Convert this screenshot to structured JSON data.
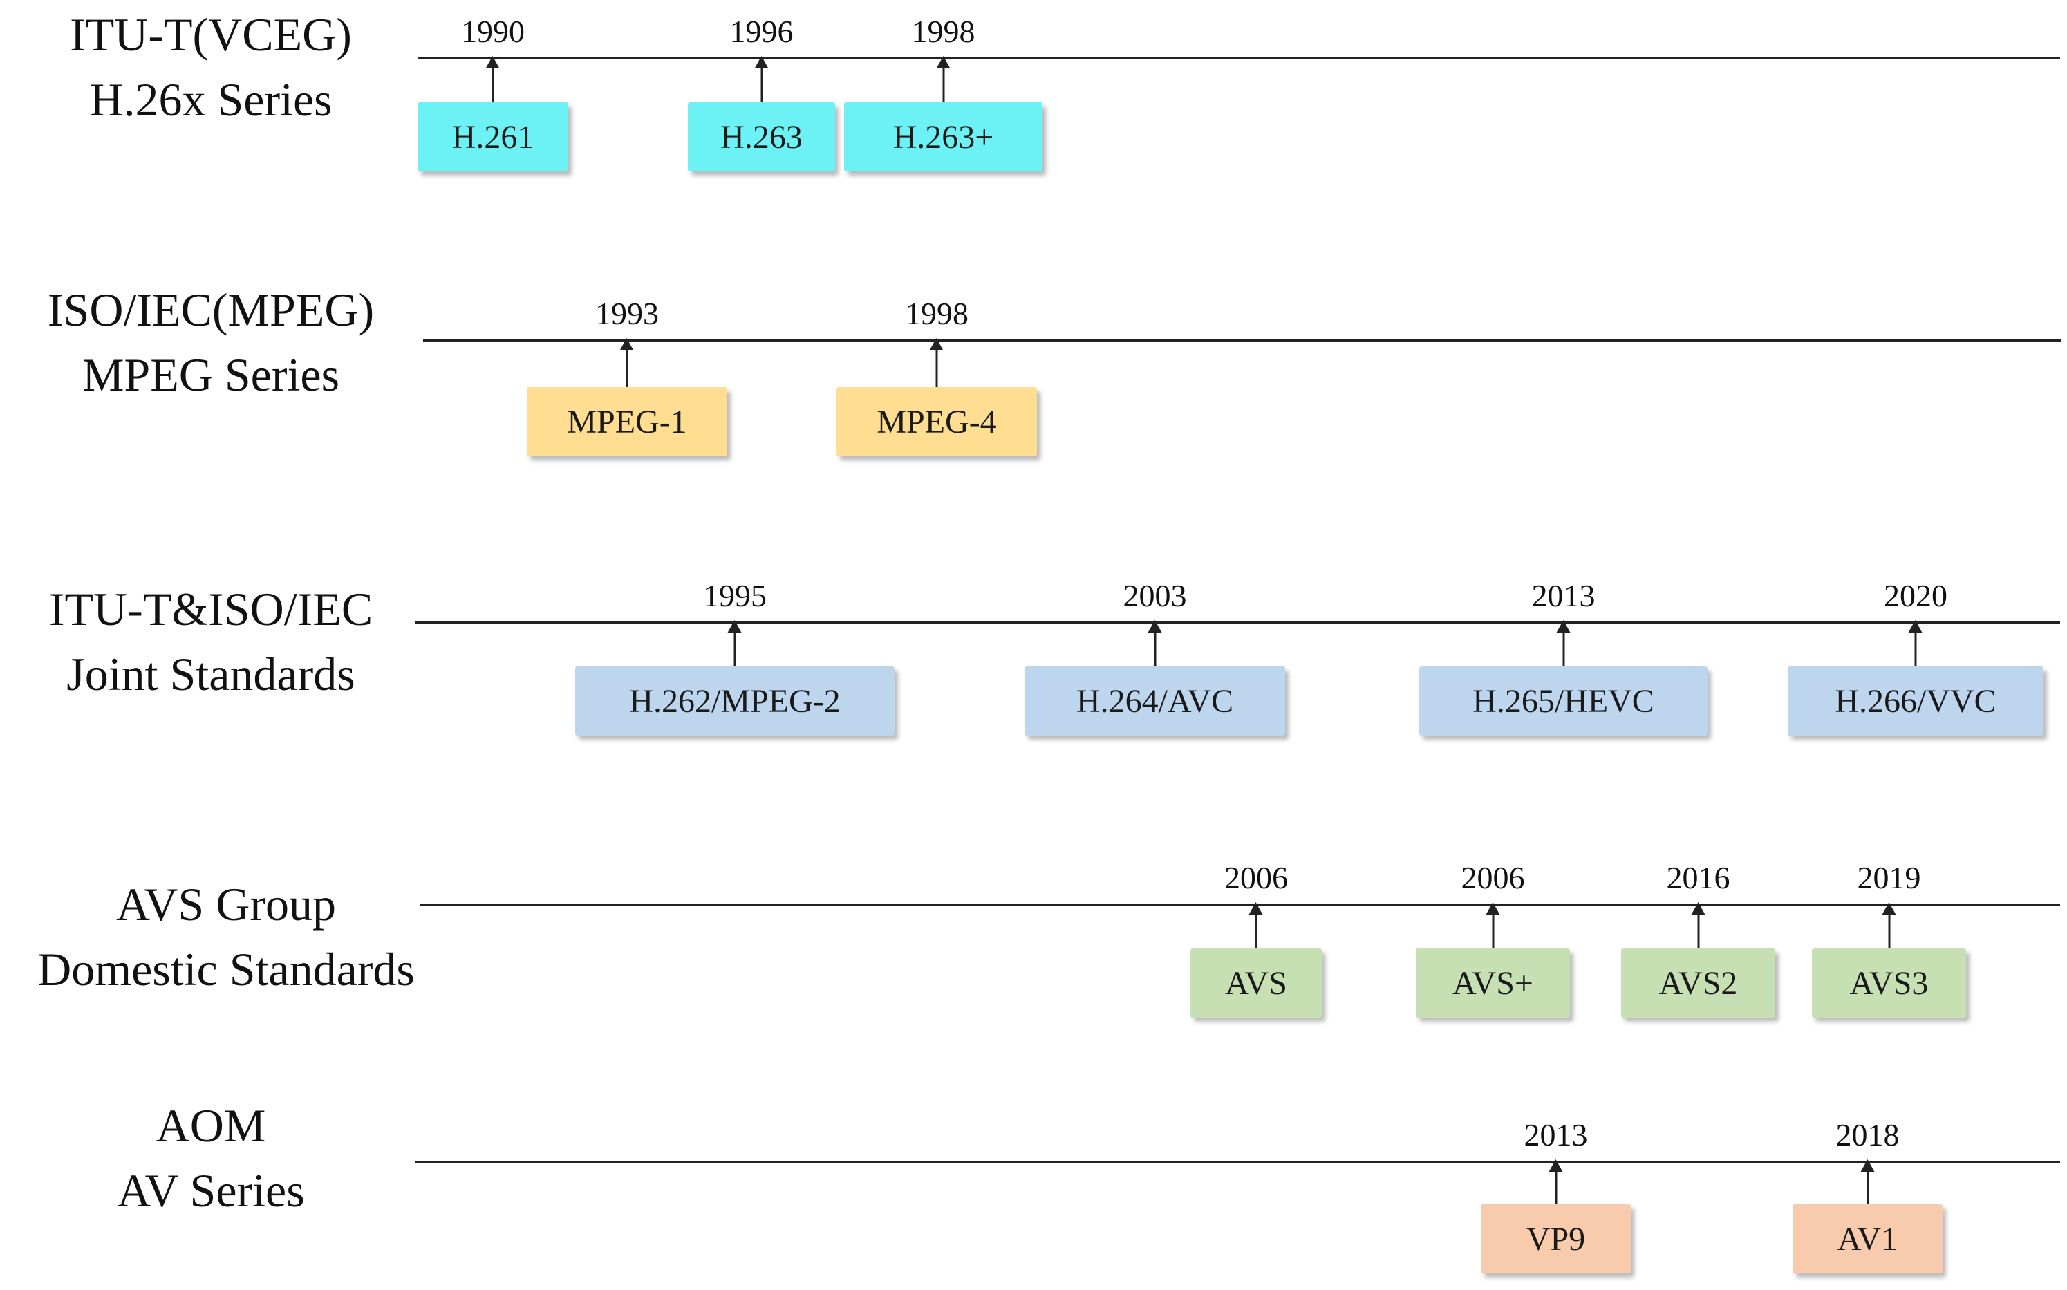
{
  "rows": [
    {
      "label_line1": "ITU-T(VCEG)",
      "label_line2": "H.26x Series",
      "color": "#6CF2F4",
      "items": [
        {
          "year": "1990",
          "name": "H.261"
        },
        {
          "year": "1996",
          "name": "H.263"
        },
        {
          "year": "1998",
          "name": "H.263+"
        }
      ]
    },
    {
      "label_line1": "ISO/IEC(MPEG)",
      "label_line2": "MPEG Series",
      "color": "#FFDD91",
      "items": [
        {
          "year": "1993",
          "name": "MPEG-1"
        },
        {
          "year": "1998",
          "name": "MPEG-4"
        }
      ]
    },
    {
      "label_line1": "ITU-T&ISO/IEC",
      "label_line2": "Joint Standards",
      "color": "#BDD6EE",
      "items": [
        {
          "year": "1995",
          "name": "H.262/MPEG-2"
        },
        {
          "year": "2003",
          "name": "H.264/AVC"
        },
        {
          "year": "2013",
          "name": "H.265/HEVC"
        },
        {
          "year": "2020",
          "name": "H.266/VVC"
        }
      ]
    },
    {
      "label_line1": "AVS Group",
      "label_line2": "Domestic Standards",
      "color": "#C6E0B4",
      "items": [
        {
          "year": "2006",
          "name": "AVS"
        },
        {
          "year": "2006",
          "name": "AVS+"
        },
        {
          "year": "2016",
          "name": "AVS2"
        },
        {
          "year": "2019",
          "name": "AVS3"
        }
      ]
    },
    {
      "label_line1": "AOM",
      "label_line2": "AV Series",
      "color": "#F8CBAD",
      "items": [
        {
          "year": "2013",
          "name": "VP9"
        },
        {
          "year": "2018",
          "name": "AV1"
        }
      ]
    }
  ]
}
